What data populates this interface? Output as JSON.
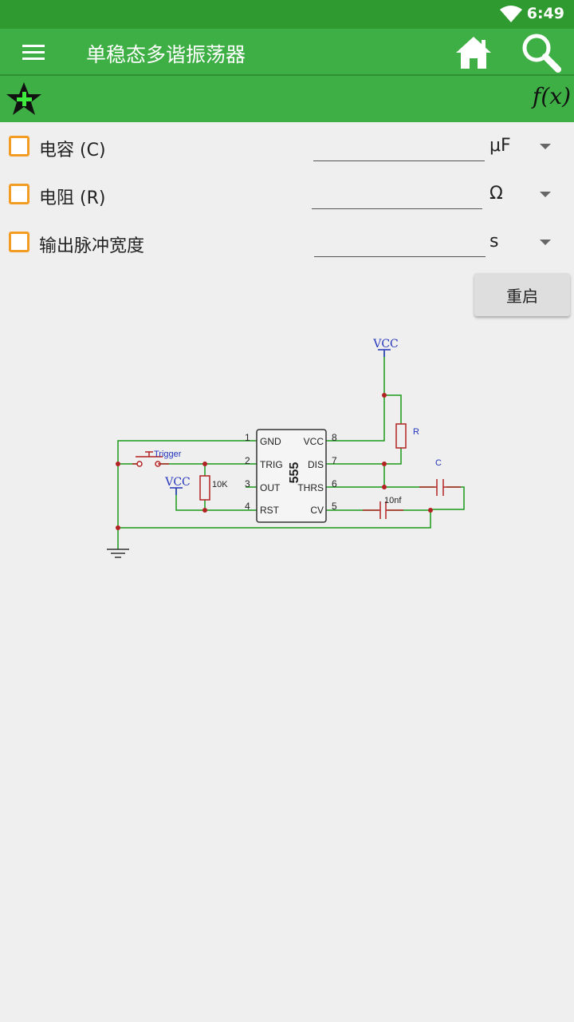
{
  "status_bar": {
    "time": "6:49"
  },
  "app_bar": {
    "title": "单稳态多谐振荡器"
  },
  "toolbar": {
    "fx_label": "f(x)"
  },
  "params": [
    {
      "label": "电容 (C)",
      "value": "",
      "unit": "μF"
    },
    {
      "label": "电阻 (R)",
      "value": "",
      "unit": "Ω"
    },
    {
      "label": "输出脉冲宽度",
      "value": "",
      "unit": "s"
    }
  ],
  "reset_button": {
    "label": "重启"
  },
  "circuit": {
    "chip_label": "555",
    "pins_left": [
      {
        "num": "1",
        "name": "GND"
      },
      {
        "num": "2",
        "name": "TRIG"
      },
      {
        "num": "3",
        "name": "OUT"
      },
      {
        "num": "4",
        "name": "RST"
      }
    ],
    "pins_right": [
      {
        "num": "8",
        "name": "VCC"
      },
      {
        "num": "7",
        "name": "DIS"
      },
      {
        "num": "6",
        "name": "THRS"
      },
      {
        "num": "5",
        "name": "CV"
      }
    ],
    "vcc_top": "VCC",
    "vcc_left": "VCC",
    "trigger": "Trigger",
    "resistor_r": "R",
    "resistor_10k": "10K",
    "cap_c": "C",
    "cap_10nf": "10nf",
    "colors": {
      "wire": "#1a9a1a",
      "component": "#b22222",
      "supply": "#2233bb",
      "chip": "#333333"
    }
  }
}
